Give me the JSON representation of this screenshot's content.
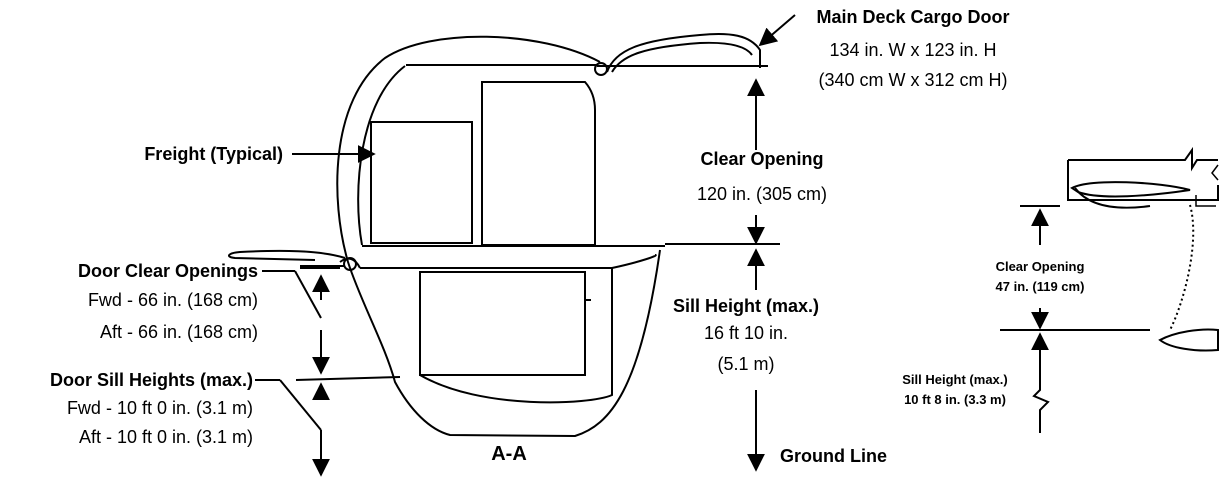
{
  "main_door": {
    "title": "Main Deck Cargo Door",
    "line1": "134 in. W x 123 in. H",
    "line2": "(340 cm W x 312 cm H)"
  },
  "freight": {
    "label": "Freight (Typical)"
  },
  "clear_opening_main": {
    "title": "Clear Opening",
    "value": "120 in. (305 cm)"
  },
  "sill_height_main": {
    "title": "Sill Height (max.)",
    "value1": "16 ft 10 in.",
    "value2": "(5.1 m)"
  },
  "door_clear_openings": {
    "title": "Door Clear Openings",
    "fwd": "Fwd - 66 in. (168 cm)",
    "aft": "Aft - 66 in. (168 cm)"
  },
  "door_sill_heights": {
    "title": "Door Sill Heights (max.)",
    "fwd": "Fwd - 10 ft 0 in. (3.1 m)",
    "aft": "Aft - 10 ft 0 in. (3.1 m)"
  },
  "section_label": "A-A",
  "ground_line": "Ground Line",
  "detail": {
    "clear_opening_title": "Clear Opening",
    "clear_opening_value": "47 in. (119 cm)",
    "sill_title": "Sill Height (max.)",
    "sill_value": "10 ft 8 in. (3.3 m)"
  }
}
